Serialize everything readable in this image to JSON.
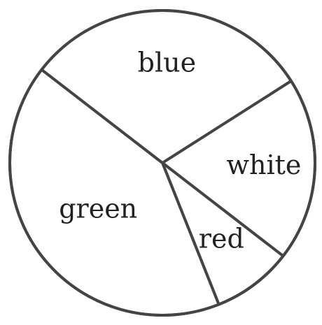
{
  "chart_data": {
    "type": "pie",
    "labels": [
      "white",
      "red",
      "green",
      "blue"
    ],
    "values": [
      19.5,
      8.5,
      41.5,
      30.5
    ],
    "start_angle_deg": 32.5,
    "direction": "clockwise",
    "fill_color": "#ffffff",
    "line_color": "#444444"
  }
}
